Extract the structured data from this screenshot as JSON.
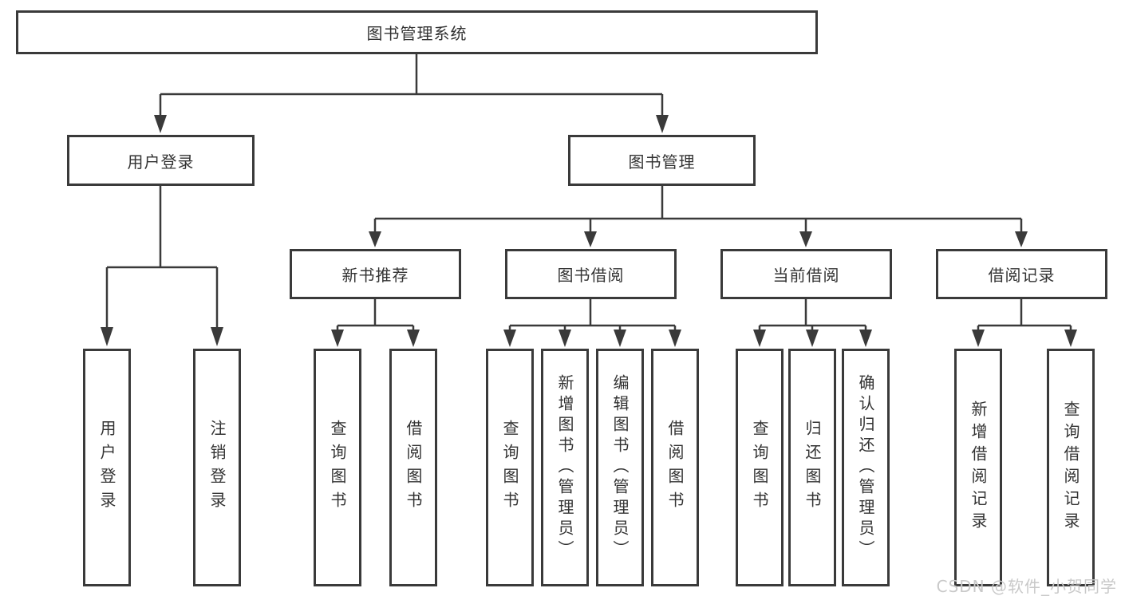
{
  "diagram": {
    "root": {
      "label": "图书管理系统"
    },
    "level2": [
      {
        "label": "用户登录"
      },
      {
        "label": "图书管理"
      }
    ],
    "level3": [
      {
        "label": "新书推荐"
      },
      {
        "label": "图书借阅"
      },
      {
        "label": "当前借阅"
      },
      {
        "label": "借阅记录"
      }
    ],
    "leaves": {
      "user_login": [
        "用户登录",
        "注销登录"
      ],
      "new_book": [
        "查询图书",
        "借阅图书"
      ],
      "book_borrow": [
        "查询图书",
        "新增图书（管理员）",
        "编辑图书（管理员）",
        "借阅图书"
      ],
      "current_borrow": [
        "查询图书",
        "归还图书",
        "确认归还（管理员）"
      ],
      "borrow_records": [
        "新增借阅记录",
        "查询借阅记录"
      ]
    },
    "colors": {
      "line": "#3a3a3a",
      "box_border": "#3a3a3a",
      "text": "#333333",
      "watermark": "#c9c9c9"
    },
    "watermark": {
      "text": "CSDN @软件_小贺同学"
    }
  }
}
